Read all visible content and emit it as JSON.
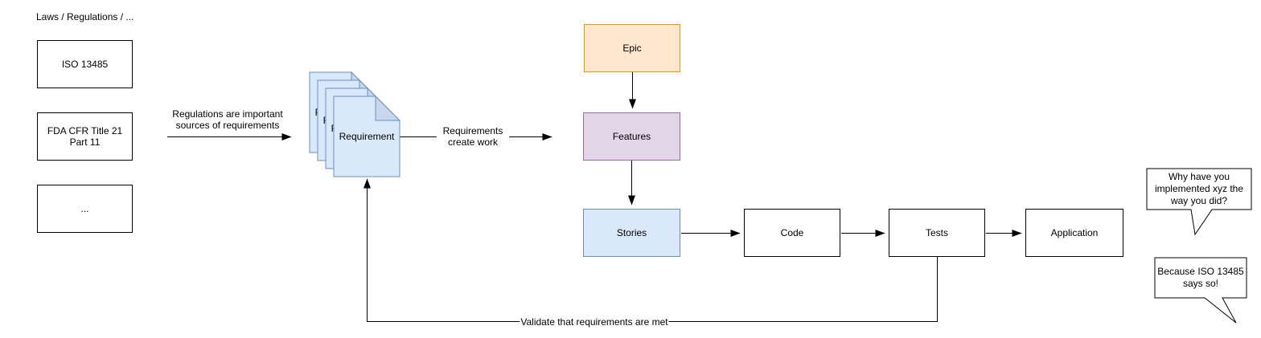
{
  "laws": {
    "title": "Laws / Regulations / ...",
    "iso": "ISO 13485",
    "fda": "FDA CFR Title 21 Part 11",
    "more": "..."
  },
  "requirements": {
    "doc_label": "Requirement",
    "doc_count": 4
  },
  "work_items": {
    "epic": "Epic",
    "features": "Features",
    "stories": "Stories",
    "code": "Code",
    "tests": "Tests",
    "application": "Application"
  },
  "annotations": {
    "regulations_note": "Regulations are important sources of requirements",
    "create_work": "Requirements create work",
    "validate": "Validate that requirements are met"
  },
  "speech": {
    "question": "Why have you implemented xyz the way you did?",
    "answer": "Because ISO 13485 says so!"
  },
  "colors": {
    "epic_fill": "#ffe6cc",
    "epic_stroke": "#d79b00",
    "features_fill": "#e1d5e7",
    "features_stroke": "#9673a6",
    "stories_fill": "#dae8fc",
    "stories_stroke": "#6c8ebf",
    "document_fill": "#dae8fc",
    "document_stroke": "#6c8ebf",
    "document_fold": "#c9d7ee",
    "line": "#000000",
    "plain_box_stroke": "#000000"
  }
}
